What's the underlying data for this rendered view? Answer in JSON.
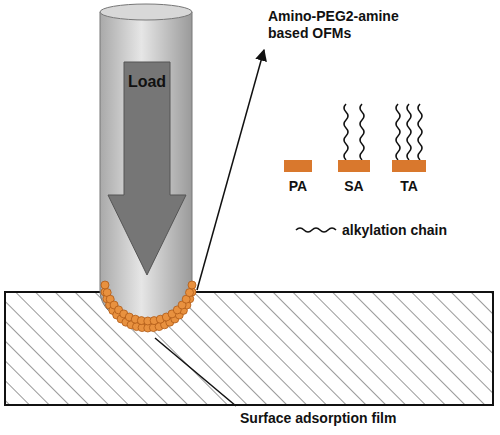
{
  "diagram": {
    "labels": [
      "Load",
      "Amino-PEG2-amine based OFMs",
      "PA",
      "SA",
      "TA",
      "alkylation chain",
      "Surface adsorption film"
    ]
  }
}
